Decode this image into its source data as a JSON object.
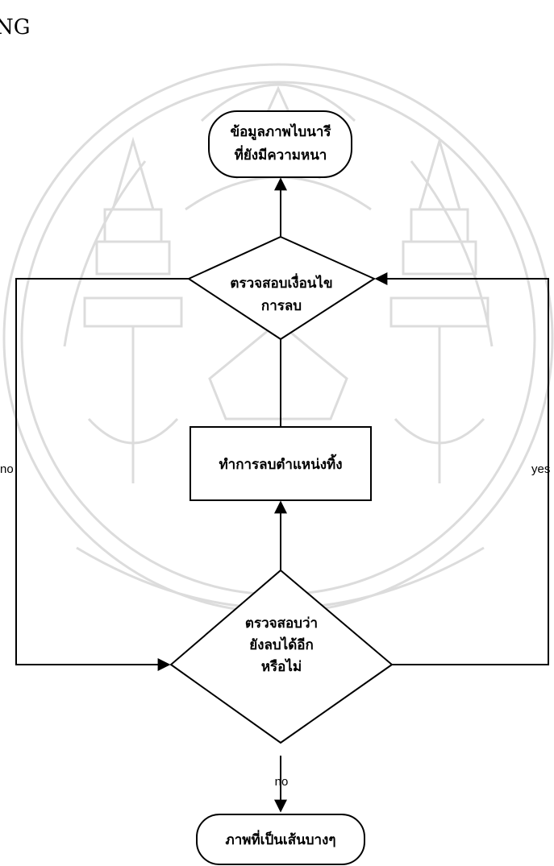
{
  "page": {
    "top_fragment": "NG"
  },
  "nodes": {
    "start": {
      "lines": [
        "ข้อมูลภาพไบนารี",
        "ที่ยังมีความหนา"
      ]
    },
    "check_condition": {
      "lines": [
        "ตรวจสอบเงื่อนไข",
        "การลบ"
      ]
    },
    "delete_process": {
      "lines": [
        "ทำการลบตำแหน่งทิ้ง"
      ]
    },
    "check_more": {
      "lines": [
        "ตรวจสอบว่า",
        "ยังลบได้อีก",
        "หรือไม่"
      ]
    },
    "end": {
      "lines": [
        "ภาพที่เป็นเส้นบางๆ"
      ]
    }
  },
  "edges": {
    "loop_no_label": "no",
    "loop_yes_label": "yes",
    "exit_no_label": "no"
  }
}
